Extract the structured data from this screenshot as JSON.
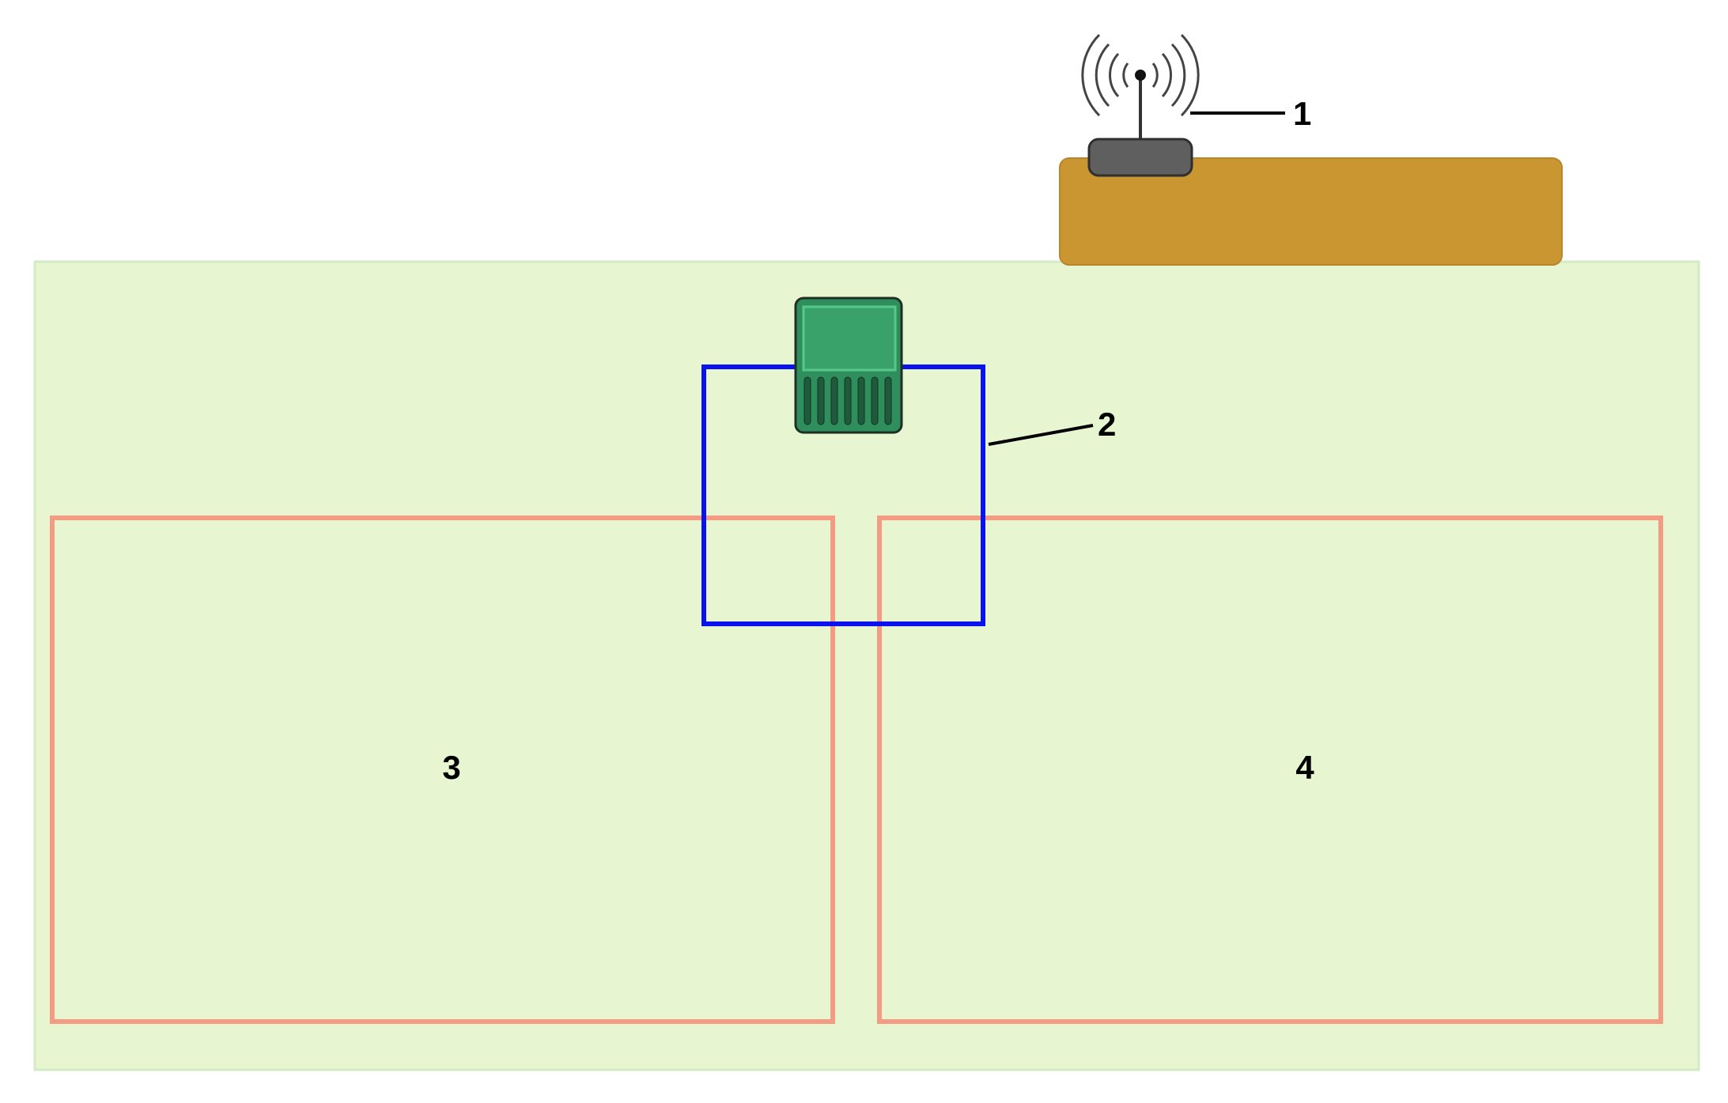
{
  "diagram": {
    "labels": {
      "station": "1",
      "mower_zone": "2",
      "area_left": "3",
      "area_right": "4"
    },
    "colors": {
      "background": "#ffffff",
      "lawn": "#e7f5d0",
      "lawn_edge": "#d2ebc4",
      "ground_strip": "#c99632",
      "base_station": "#5f5f5f",
      "mower_body": "#2e8f5c",
      "mower_panel": "#38a26a",
      "mower_grille": "#1f5a3c",
      "mower_zone_border": "#0a12ee",
      "area_border": "#f4917a",
      "leader_line": "#000000",
      "label_text": "#000000"
    },
    "icons": {
      "station": "wireless-signal-icon",
      "mower": "robot-mower-icon"
    }
  }
}
